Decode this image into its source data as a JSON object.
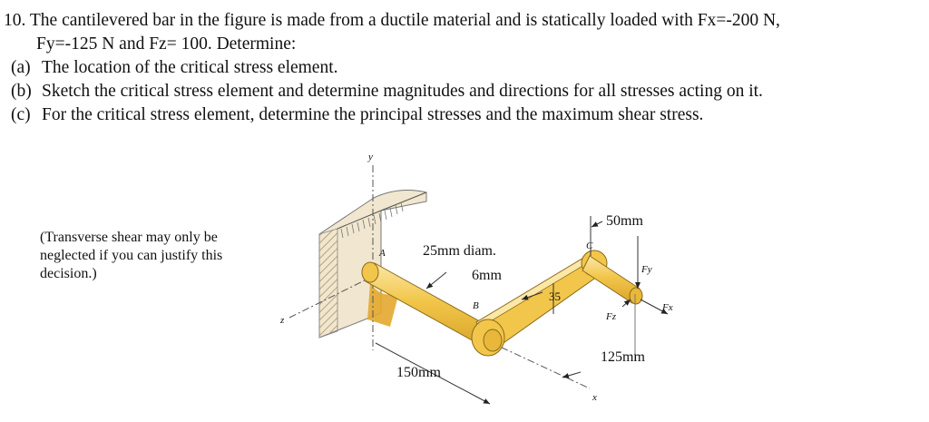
{
  "problem": {
    "line1": "10. The cantilevered bar in the figure is made from a ductile material and is statically loaded with Fx=-200 N,",
    "line2": "Fy=-125 N and Fz= 100. Determine:",
    "parts": [
      {
        "label": "(a)",
        "text": "The location of the critical stress element."
      },
      {
        "label": "(b)",
        "text": "Sketch the critical stress element and determine magnitudes and directions for all stresses acting on it."
      },
      {
        "label": "(c)",
        "text": "For the critical stress element, determine the principal stresses and the maximum shear stress."
      }
    ]
  },
  "note": "(Transverse shear may only be neglected if you can justify this decision.)",
  "figure": {
    "axis_y": "y",
    "axis_z": "z",
    "axis_x": "x",
    "point_a": "A",
    "point_b": "B",
    "point_c": "C",
    "dim_diameter": "25mm diam.",
    "dim_thickness": "6mm",
    "dim_35": "35",
    "dim_50": "50mm",
    "dim_150": "150mm",
    "dim_125": "125mm",
    "force_fy": "Fy",
    "force_fz": "Fz",
    "force_fx": "Fx",
    "colors": {
      "rod": "#f2c64a",
      "rod_light": "#fbe7a6",
      "wall": "#f1e6cf",
      "hatch": "#b8a27a",
      "dim": "#333333"
    }
  }
}
